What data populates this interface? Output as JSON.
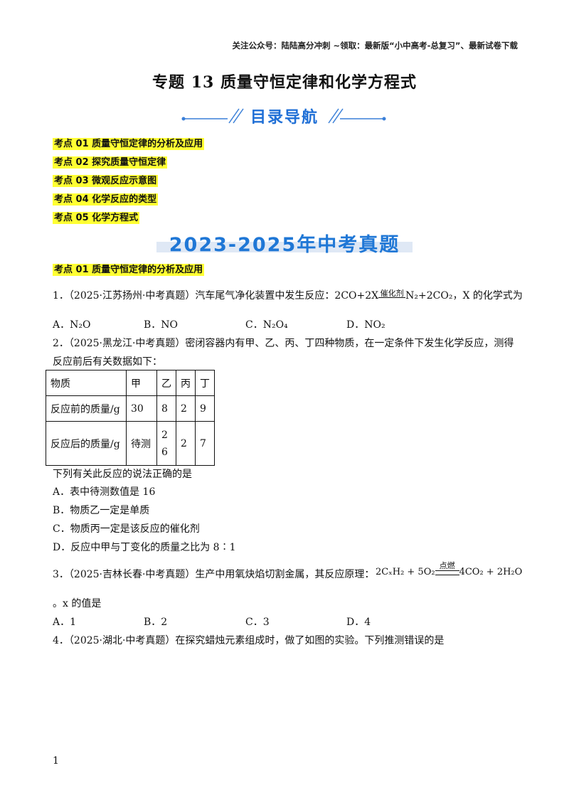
{
  "header_note": "关注公众号：陆陆高分冲刺  ~领取：最新版“小中高考-总复习”、最新试卷下载",
  "title": "专题 13    质量守恒定律和化学方程式",
  "nav_banner": "目录导航",
  "toc": [
    "考点 01  质量守恒定律的分析及应用",
    "考点 02  探究质量守恒定律",
    "考点 03  微观反应示意图",
    "考点 04  化学反应的类型",
    "考点 05  化学方程式"
  ],
  "exam_banner": "2023-2025年中考真题",
  "section_label": "考点 01  质量守恒定律的分析及应用",
  "q1": {
    "stem_a": "1．（2025·江苏扬州·中考真题）汽车尾气净化装置中发生反应：2CO+2X",
    "condition": "催化剂",
    "stem_b": "N₂+2CO₂，X 的化学式为",
    "options": [
      "A．N₂O",
      "B．NO",
      "C．N₂O₄",
      "D．NO₂"
    ]
  },
  "q2": {
    "stem_line1": "2．（2025·黑龙江·中考真题）密闭容器内有甲、乙、丙、丁四种物质，在一定条件下发生化学反应，测得",
    "stem_line2": "反应前后有关数据如下：",
    "table": {
      "headers": [
        "物质",
        "甲",
        "乙",
        "丙",
        "丁"
      ],
      "rows": [
        [
          "反应前的质量/g",
          "30",
          "8",
          "2",
          "9"
        ],
        [
          "反应后的质量/g",
          "待测",
          "26",
          "2",
          "7"
        ]
      ]
    },
    "question": "下列有关此反应的说法正确的是",
    "options": [
      "A．表中待测数值是 16",
      "B．物质乙一定是单质",
      "C．物质丙一定是该反应的催化剂",
      "D．反应中甲与丁变化的质量之比为 8∶1"
    ]
  },
  "q3": {
    "stem": "3．（2025·吉林长春·中考真题）生产中用氧炔焰切割金属，其反应原理：",
    "eq_left": "2CₓH₂ + 5O₂",
    "condition": "点燃",
    "eq_right": "4CO₂ + 2H₂O",
    "stem2": "。x 的值是",
    "options": [
      "A．1",
      "B．2",
      "C．3",
      "D．4"
    ]
  },
  "q4": {
    "stem": "4．（2025·湖北·中考真题）在探究蜡烛元素组成时，做了如图的实验。下列推测错误的是"
  },
  "page_number": "1"
}
